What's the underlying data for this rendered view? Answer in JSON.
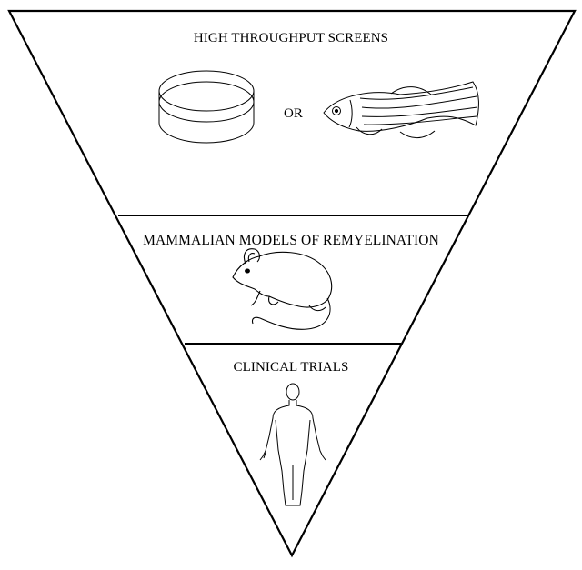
{
  "tiers": [
    {
      "label": "HIGH THROUGHPUT SCREENS"
    },
    {
      "label": "MAMMALIAN MODELS OF REMYELINATION"
    },
    {
      "label": "CLINICAL TRIALS"
    }
  ],
  "connector": "OR",
  "icons": {
    "tier1_left": "petri-dish-icon",
    "tier1_right": "zebrafish-icon",
    "tier2": "mouse-icon",
    "tier3": "human-figure-icon"
  },
  "colors": {
    "line": "#000000",
    "background": "#ffffff"
  }
}
